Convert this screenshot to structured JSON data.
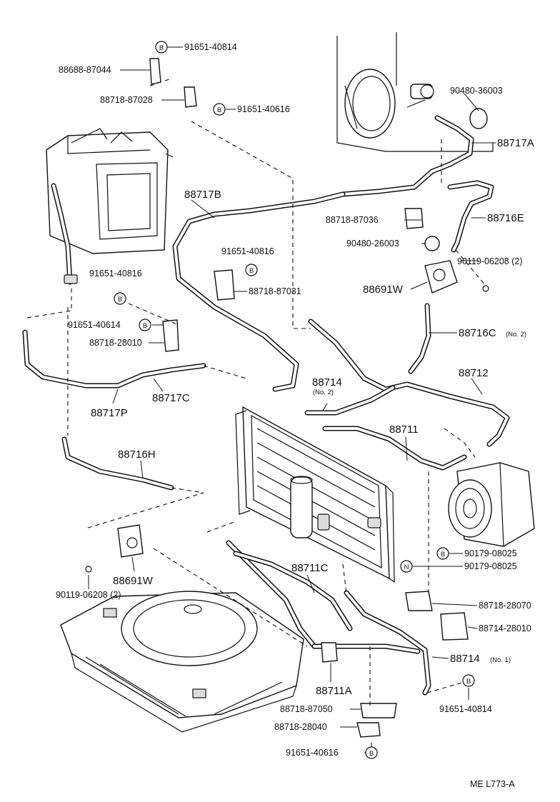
{
  "diagram": {
    "footer_code": "ME   L773-A",
    "symbols": {
      "b": "B",
      "n": "N"
    },
    "labels": {
      "p_91651_40814_top": "91651-40814",
      "p_88688_87044": "88688-87044",
      "p_88718_87028": "88718-87028",
      "p_91651_40616_top": "91651-40616",
      "p_90480_36003": "90480-36003",
      "p_88717A": "88717A",
      "p_88717B": "88717B",
      "p_88718_87036": "88718-87036",
      "p_88716E": "88716E",
      "p_90480_26003": "90480-26003",
      "p_91651_40816_a": "91651-40816",
      "p_90119_06208_top": "90119-06208 (2)",
      "p_91651_40816_b": "91651-40816",
      "p_88718_87031": "88718-87031",
      "p_88691W_top": "88691W",
      "p_91651_40614": "91651-40614",
      "p_88718_28010_top": "88718-28010",
      "p_88716C": "88716C",
      "p_88716C_sub": "(No. 2)",
      "p_88714_no2": "88714",
      "p_88714_no2_sub": "(No. 2)",
      "p_88712": "88712",
      "p_88717C": "88717C",
      "p_88717P": "88717P",
      "p_88711": "88711",
      "p_88716H": "88716H",
      "p_90179_08025_a": "90179-08025",
      "p_90179_08025_b": "90179-08025",
      "p_88691W_bot": "88691W",
      "p_88711C": "88711C",
      "p_90119_06208_bot": "90119-06208 (2)",
      "p_88718_28070": "88718-28070",
      "p_88714_28010": "88714-28010",
      "p_88714_no1": "88714",
      "p_88714_no1_sub": "(No. 1)",
      "p_88711A": "88711A",
      "p_88718_87050": "88718-87050",
      "p_91651_40814_bot": "91651-40814",
      "p_88718_28040": "88718-28040",
      "p_91651_40616_bot": "91651-40616"
    }
  }
}
